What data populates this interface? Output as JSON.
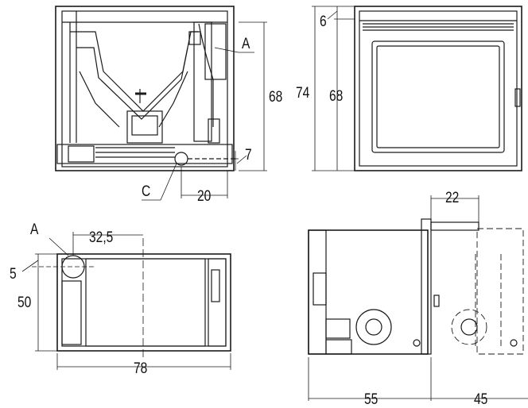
{
  "views": {
    "front_section": {
      "callout_a": "A",
      "callout_c": "C",
      "height_total": "68",
      "outlet_height": "7",
      "outlet_offset": "20"
    },
    "front_view": {
      "top_gap": "6",
      "height_overall": "74",
      "height_body": "68"
    },
    "top_view": {
      "callout_a": "A",
      "outlet_from_left": "32,5",
      "outlet_from_back": "5",
      "depth": "50",
      "width": "78"
    },
    "side_view": {
      "outlet_length": "22",
      "body_depth": "55",
      "door_clearance": "45"
    }
  },
  "colors": {
    "line": "#1a1a1a",
    "background": "#ffffff"
  }
}
